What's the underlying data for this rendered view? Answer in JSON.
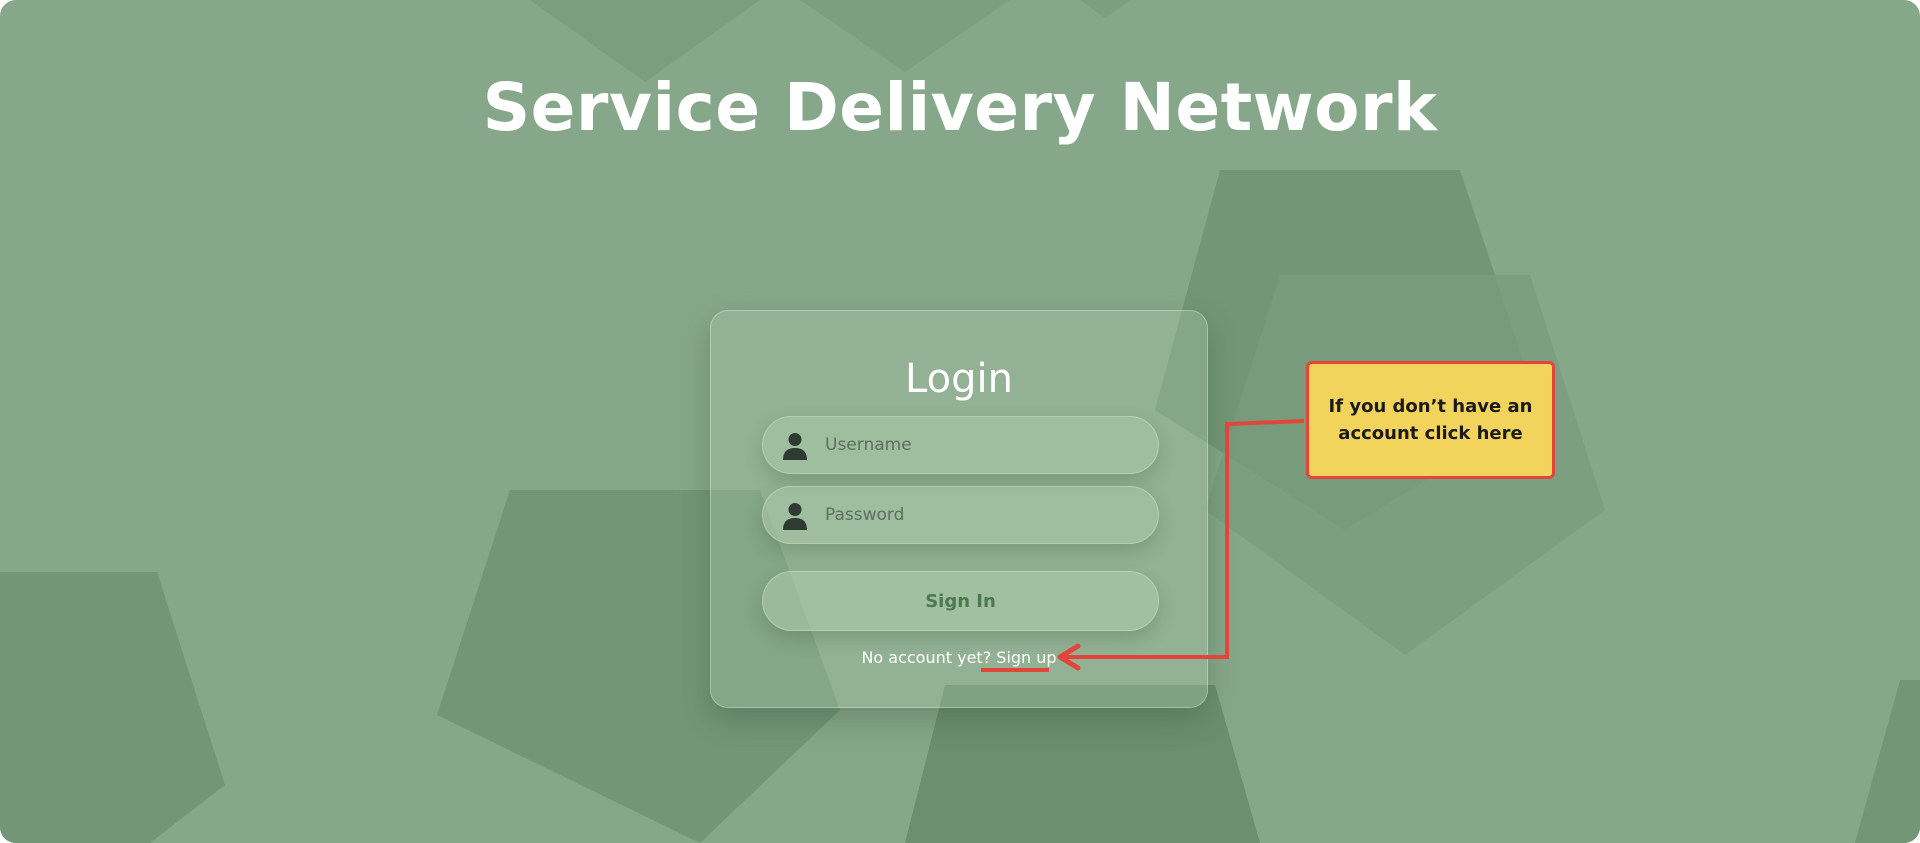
{
  "app": {
    "title": "Service Delivery Network"
  },
  "login": {
    "title": "Login",
    "username_placeholder": "Username",
    "password_placeholder": "Password",
    "signin_label": "Sign In",
    "no_account_text": "No account yet?",
    "signup_link": "Sign up"
  },
  "annotation": {
    "callout_text": "If you don’t have an account click here"
  },
  "colors": {
    "background": "#87a78a",
    "shape_dark": "#6f9272",
    "accent_green_text": "#4b7a4f",
    "callout_fill": "#f2d45c",
    "annotation_red": "#e0463a",
    "icon_dark": "#2f3a33"
  },
  "icons": {
    "field_icon": "user-icon"
  }
}
